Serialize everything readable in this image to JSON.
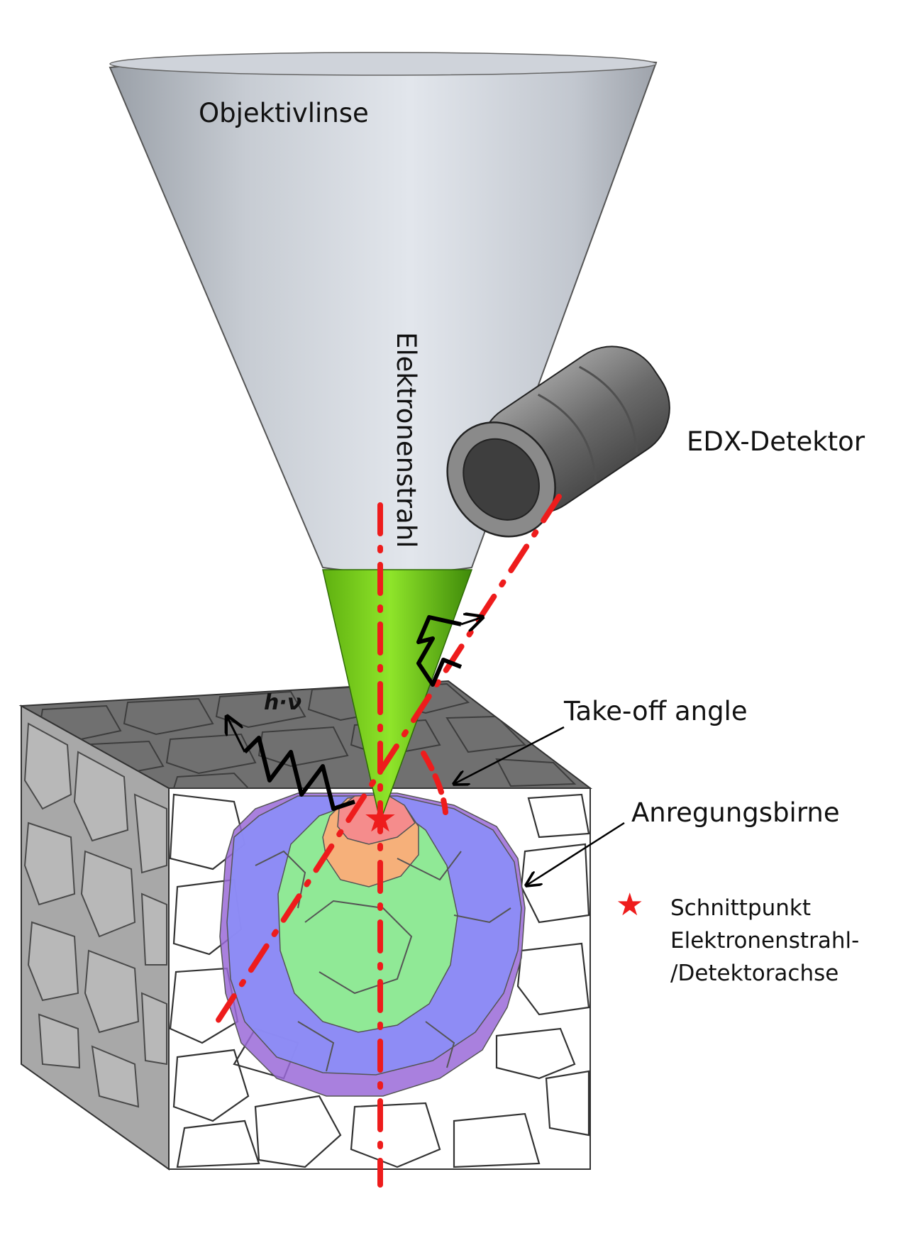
{
  "labels": {
    "objective_lens": "Objektivlinse",
    "electron_beam": "Elektronenstrahl",
    "edx_detector": "EDX-Detektor",
    "take_off_angle": "Take-off angle",
    "excitation_volume": "Anregungsbirne",
    "photon": "h·ν"
  },
  "legend": {
    "symbol": "★",
    "lines": [
      "Schnittpunkt",
      "Elektronenstrahl-",
      "/Detektorachse"
    ]
  },
  "colors": {
    "cone": "#c9ced6",
    "beam": "#7fd81e",
    "axis": "#ee1c1c",
    "detector": "#7a7a7a",
    "sample_top": "#6f6f6f",
    "sample_left": "#a8a8a8",
    "zone_outer": "#8c8cf5",
    "zone_outer_bottom": "#9a6ad8",
    "zone_middle": "#90ee90",
    "zone_inner": "#f6b07a",
    "zone_core": "#f58c8c"
  }
}
